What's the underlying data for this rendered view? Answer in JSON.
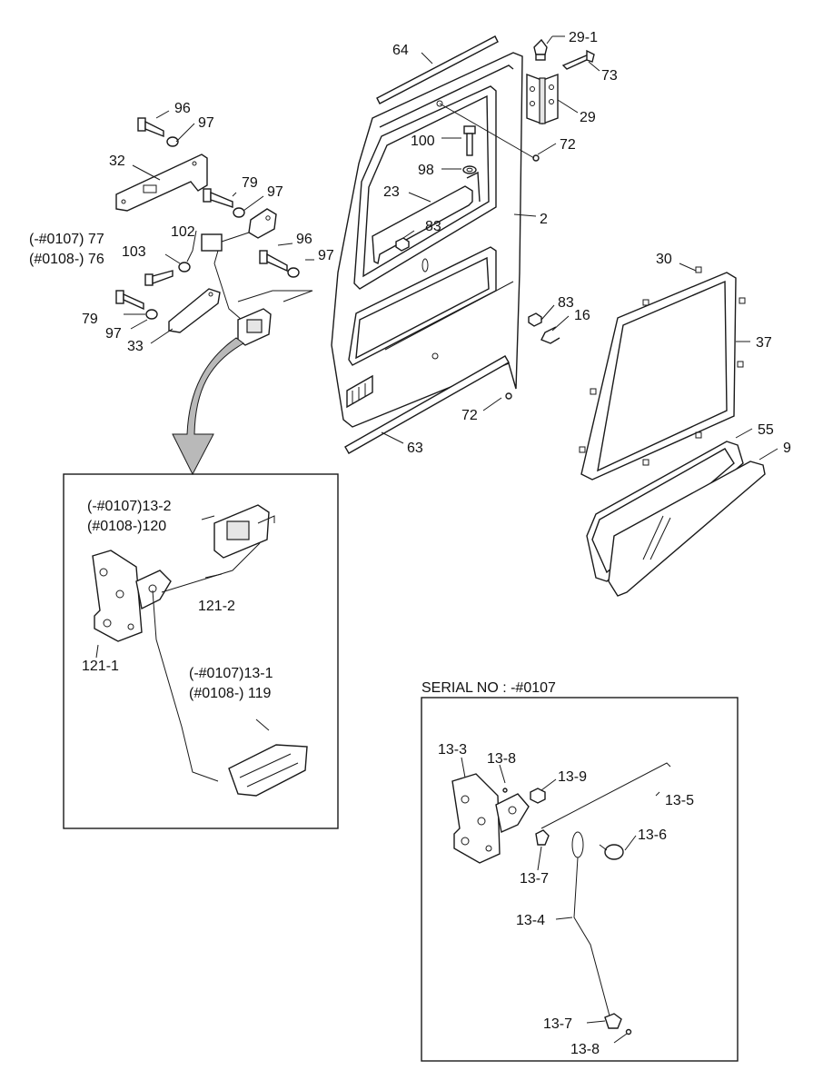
{
  "labels": {
    "l64": "64",
    "l29_1": "29-1",
    "l73": "73",
    "l29": "29",
    "l96a": "96",
    "l97a": "97",
    "l32": "32",
    "l79a": "79",
    "l97b": "97",
    "l100": "100",
    "l72a": "72",
    "l98": "98",
    "l23": "23",
    "l2": "2",
    "l83a": "83",
    "l102": "102",
    "l77": "(-#0107) 77",
    "l76": "(#0108-) 76",
    "l103": "103",
    "l96b": "96",
    "l97c": "97",
    "l79b": "79",
    "l97d": "97",
    "l33": "33",
    "l30": "30",
    "l83b": "83",
    "l16": "16",
    "l37": "37",
    "l72b": "72",
    "l63": "63",
    "l55": "55",
    "l9": "9",
    "l13_2": "(-#0107)13-2",
    "l120": "(#0108-)120",
    "l121_2": "121-2",
    "l121_1": "121-1",
    "l13_1": "(-#0107)13-1",
    "l119": "(#0108-) 119",
    "serial": "SERIAL NO : -#0107",
    "l13_3": "13-3",
    "l13_8a": "13-8",
    "l13_9": "13-9",
    "l13_5": "13-5",
    "l13_6": "13-6",
    "l13_7a": "13-7",
    "l13_4": "13-4",
    "l13_7b": "13-7",
    "l13_8b": "13-8"
  }
}
